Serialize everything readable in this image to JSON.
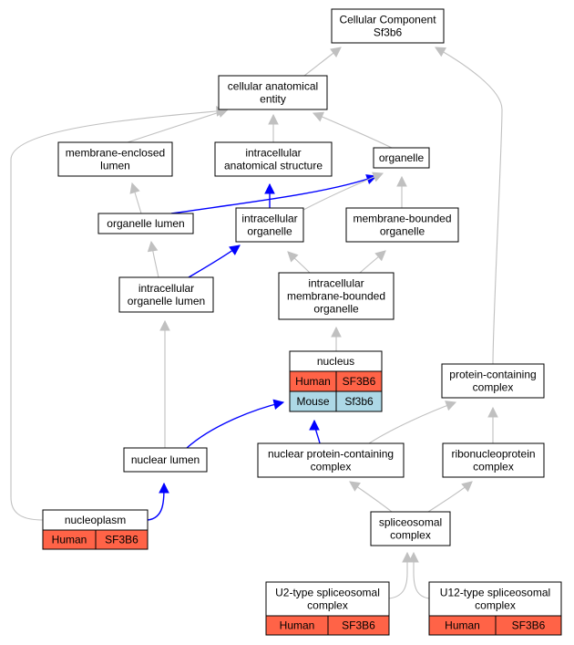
{
  "colors": {
    "node_fill": "#ffffff",
    "node_stroke": "#000000",
    "edge_gray": "#c0c0c0",
    "edge_blue": "#0000ff",
    "human_cell": "#ff6347",
    "mouse_cell": "#add8e6"
  },
  "nodes": {
    "cellular_component": {
      "lines": [
        "Cellular Component",
        "Sf3b6"
      ]
    },
    "cellular_anatomical_entity": {
      "lines": [
        "cellular anatomical",
        "entity"
      ]
    },
    "membrane_enclosed_lumen": {
      "lines": [
        "membrane-enclosed",
        "lumen"
      ]
    },
    "intracellular_anatomical_structure": {
      "lines": [
        "intracellular",
        "anatomical structure"
      ]
    },
    "organelle": {
      "lines": [
        "organelle"
      ]
    },
    "organelle_lumen": {
      "lines": [
        "organelle lumen"
      ]
    },
    "intracellular_organelle": {
      "lines": [
        "intracellular",
        "organelle"
      ]
    },
    "membrane_bounded_organelle": {
      "lines": [
        "membrane-bounded",
        "organelle"
      ]
    },
    "intracellular_organelle_lumen": {
      "lines": [
        "intracellular",
        "organelle lumen"
      ]
    },
    "intracellular_membrane_bounded_organelle": {
      "lines": [
        "intracellular",
        "membrane-bounded",
        "organelle"
      ]
    },
    "nucleus": {
      "lines": [
        "nucleus"
      ],
      "rows": [
        [
          "Human",
          "SF3B6"
        ],
        [
          "Mouse",
          "Sf3b6"
        ]
      ]
    },
    "protein_containing_complex": {
      "lines": [
        "protein-containing",
        "complex"
      ]
    },
    "nuclear_lumen": {
      "lines": [
        "nuclear lumen"
      ]
    },
    "nuclear_protein_containing_complex": {
      "lines": [
        "nuclear protein-containing",
        "complex"
      ]
    },
    "ribonucleoprotein_complex": {
      "lines": [
        "ribonucleoprotein",
        "complex"
      ]
    },
    "nucleoplasm": {
      "lines": [
        "nucleoplasm"
      ],
      "rows": [
        [
          "Human",
          "SF3B6"
        ]
      ]
    },
    "spliceosomal_complex": {
      "lines": [
        "spliceosomal",
        "complex"
      ]
    },
    "u2_spliceosomal_complex": {
      "lines": [
        "U2-type spliceosomal",
        "complex"
      ],
      "rows": [
        [
          "Human",
          "SF3B6"
        ]
      ]
    },
    "u12_spliceosomal_complex": {
      "lines": [
        "U12-type spliceosomal",
        "complex"
      ],
      "rows": [
        [
          "Human",
          "SF3B6"
        ]
      ]
    }
  },
  "edges": [
    {
      "from": "cellular_anatomical_entity",
      "to": "cellular_component",
      "color": "gray"
    },
    {
      "from": "protein_containing_complex",
      "to": "cellular_component",
      "color": "gray"
    },
    {
      "from": "membrane_enclosed_lumen",
      "to": "cellular_anatomical_entity",
      "color": "gray"
    },
    {
      "from": "intracellular_anatomical_structure",
      "to": "cellular_anatomical_entity",
      "color": "gray"
    },
    {
      "from": "organelle",
      "to": "cellular_anatomical_entity",
      "color": "gray"
    },
    {
      "from": "nucleoplasm",
      "to": "cellular_anatomical_entity",
      "color": "gray"
    },
    {
      "from": "organelle_lumen",
      "to": "membrane_enclosed_lumen",
      "color": "gray"
    },
    {
      "from": "organelle_lumen",
      "to": "organelle",
      "color": "blue"
    },
    {
      "from": "intracellular_organelle",
      "to": "intracellular_anatomical_structure",
      "color": "blue"
    },
    {
      "from": "intracellular_organelle",
      "to": "organelle",
      "color": "gray"
    },
    {
      "from": "membrane_bounded_organelle",
      "to": "organelle",
      "color": "gray"
    },
    {
      "from": "intracellular_organelle_lumen",
      "to": "organelle_lumen",
      "color": "gray"
    },
    {
      "from": "intracellular_organelle_lumen",
      "to": "intracellular_organelle",
      "color": "blue"
    },
    {
      "from": "intracellular_membrane_bounded_organelle",
      "to": "intracellular_organelle",
      "color": "gray"
    },
    {
      "from": "intracellular_membrane_bounded_organelle",
      "to": "membrane_bounded_organelle",
      "color": "gray"
    },
    {
      "from": "nucleus",
      "to": "intracellular_membrane_bounded_organelle",
      "color": "gray"
    },
    {
      "from": "nuclear_lumen",
      "to": "intracellular_organelle_lumen",
      "color": "gray"
    },
    {
      "from": "nuclear_lumen",
      "to": "nucleus",
      "color": "blue"
    },
    {
      "from": "nuclear_protein_containing_complex",
      "to": "nucleus",
      "color": "blue"
    },
    {
      "from": "nuclear_protein_containing_complex",
      "to": "protein_containing_complex",
      "color": "gray"
    },
    {
      "from": "ribonucleoprotein_complex",
      "to": "protein_containing_complex",
      "color": "gray"
    },
    {
      "from": "nucleoplasm",
      "to": "nuclear_lumen",
      "color": "blue"
    },
    {
      "from": "spliceosomal_complex",
      "to": "nuclear_protein_containing_complex",
      "color": "gray"
    },
    {
      "from": "spliceosomal_complex",
      "to": "ribonucleoprotein_complex",
      "color": "gray"
    },
    {
      "from": "u2_spliceosomal_complex",
      "to": "spliceosomal_complex",
      "color": "gray"
    },
    {
      "from": "u12_spliceosomal_complex",
      "to": "spliceosomal_complex",
      "color": "gray"
    }
  ]
}
